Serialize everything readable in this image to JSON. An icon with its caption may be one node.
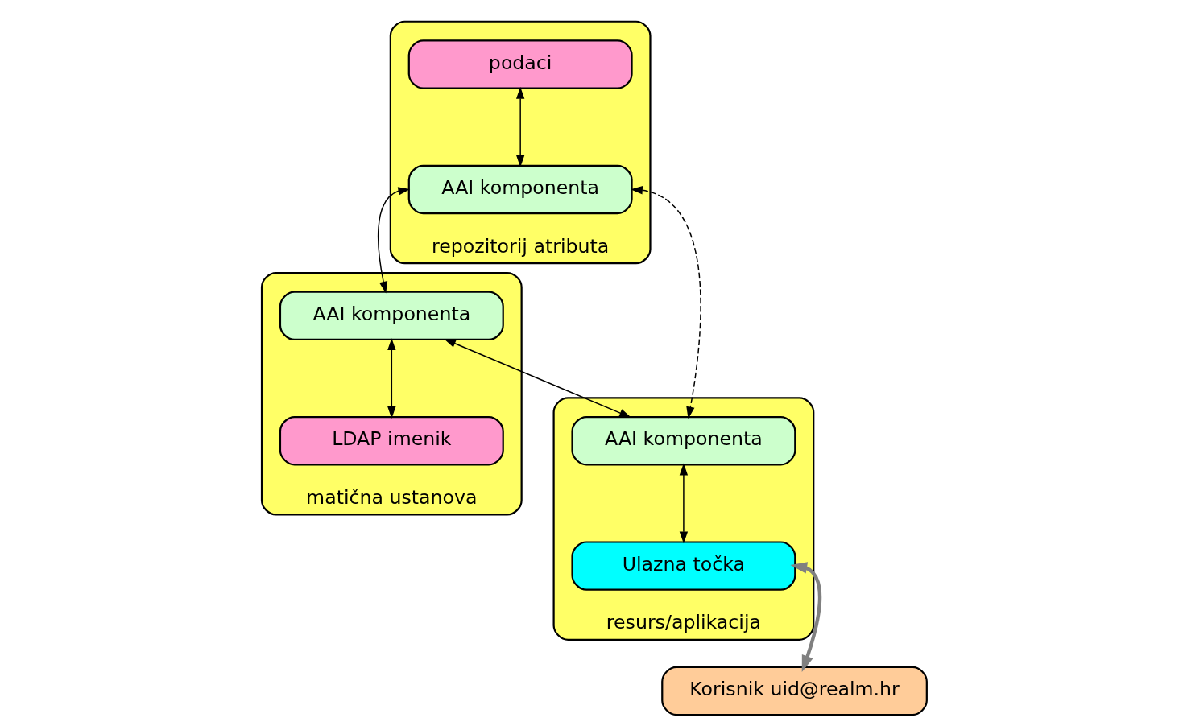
{
  "diagram": {
    "nodes": [
      {
        "text": [
          "repozitorij atributa"
        ]
      },
      {
        "text": [
          "podaci"
        ],
        "in": 0
      },
      {
        "text": [
          "AAI komponenta"
        ],
        "in": 0
      },
      {
        "text": [
          "resurs/aplikacija"
        ]
      },
      {
        "text": [
          "AAI komponenta"
        ],
        "in": 3
      },
      {
        "text": [
          "Ulazna točka"
        ],
        "in": 3
      },
      {
        "text": [
          "matična ustanova"
        ]
      },
      {
        "text": [
          "AAI komponenta"
        ],
        "in": 6
      },
      {
        "text": [
          "LDAP imenik"
        ],
        "in": 6
      },
      {
        "text": [
          "Korisnik uid@realm.hr"
        ]
      }
    ],
    "edges": [
      {
        "from": 1,
        "to": 2,
        "arrow": "both"
      },
      {
        "from": 2,
        "to": 4,
        "arrow": "both",
        "style": "dashed"
      },
      {
        "from": 2,
        "to": 7,
        "arrow": "both"
      },
      {
        "from": 7,
        "to": 4,
        "arrow": "both"
      },
      {
        "from": 4,
        "to": 5,
        "arrow": "both"
      },
      {
        "from": 7,
        "to": 8,
        "arrow": "both"
      },
      {
        "from": 5,
        "to": 9,
        "arrow": "both",
        "style": "thick",
        "color": "#808080"
      }
    ]
  }
}
